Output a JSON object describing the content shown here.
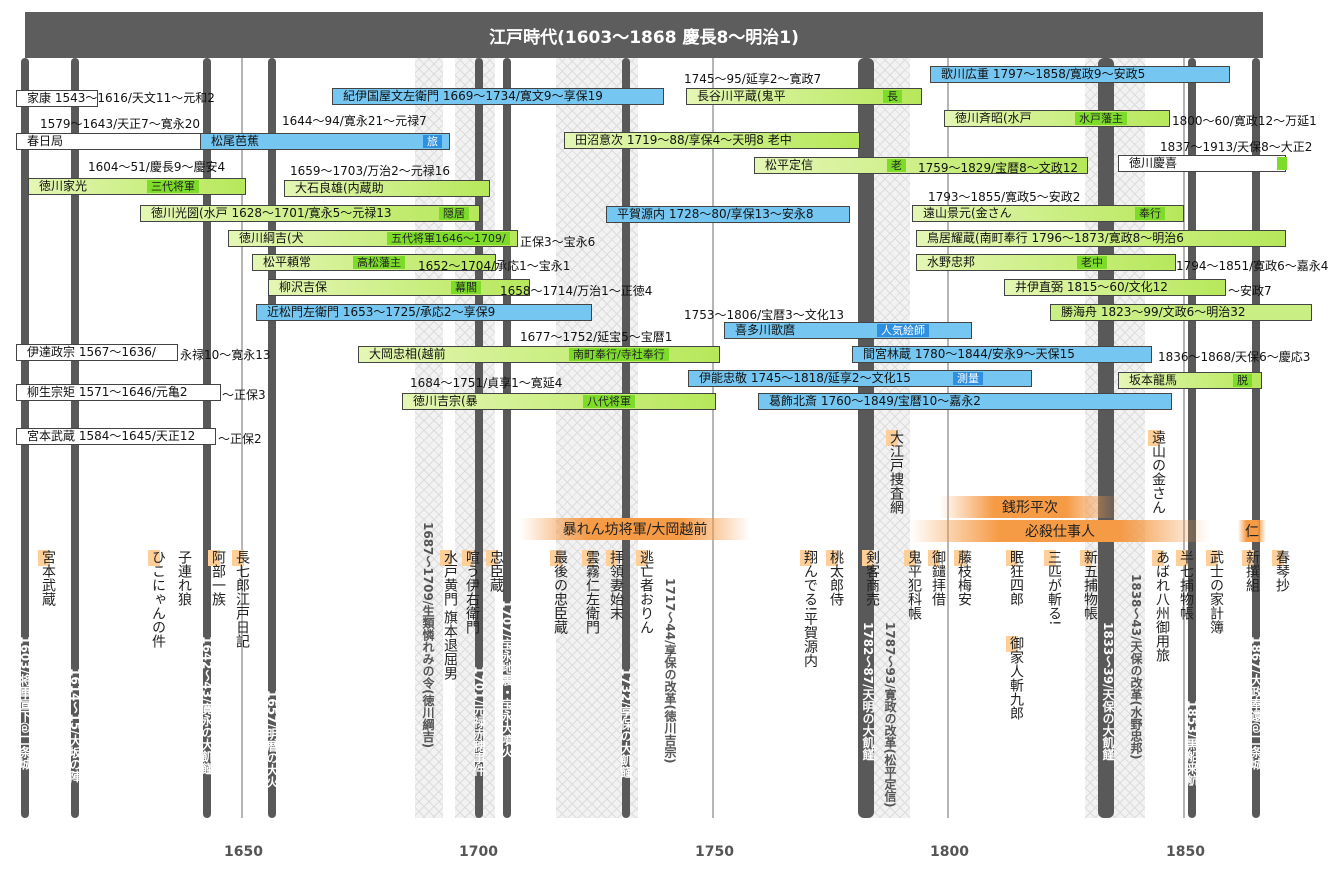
{
  "title": "江戸時代(1603〜1868 慶長8〜明治1)",
  "axis": [
    "1650",
    "1700",
    "1750",
    "1800",
    "1850"
  ],
  "persons": [
    {
      "name": "家康",
      "text": "家康 1543〜1616/天文11〜元和2",
      "tag": ""
    },
    {
      "name": "春日局",
      "text": "春日局",
      "tag": ""
    },
    {
      "name": "徳川家光",
      "text": "徳川家光",
      "tag": "三代将軍"
    },
    {
      "name": "徳川光圀",
      "text": "徳川光圀(水戸 1628〜1701/寛永5〜元禄13",
      "tag": "隠居"
    },
    {
      "name": "徳川綱吉",
      "text": "徳川綱吉(犬",
      "tag": "五代将軍1646〜1709/"
    },
    {
      "name": "松平頼常",
      "text": "松平頼常",
      "tag": "高松藩主"
    },
    {
      "name": "柳沢吉保",
      "text": "柳沢吉保",
      "tag": "幕閣"
    },
    {
      "name": "近松門左衛門",
      "text": "近松門左衛門 1653〜1725/承応2〜享保9",
      "tag": ""
    },
    {
      "name": "伊達政宗",
      "text": "伊達政宗 1567〜1636/",
      "tag": ""
    },
    {
      "name": "柳生宗矩",
      "text": "柳生宗矩 1571〜1646/元亀2",
      "tag": ""
    },
    {
      "name": "宮本武蔵",
      "text": "宮本武蔵 1584〜1645/天正12",
      "tag": ""
    },
    {
      "name": "紀伊国屋文左衛門",
      "text": "紀伊国屋文左衛門 1669〜1734/寛文9〜享保19",
      "tag": ""
    },
    {
      "name": "松尾芭蕉",
      "text": "松尾芭蕉",
      "tag": "旅"
    },
    {
      "name": "大石良雄",
      "text": "大石良雄(内蔵助",
      "tag": ""
    },
    {
      "name": "大岡忠相",
      "text": "大岡忠相(越前",
      "tag": "南町奉行/寺社奉行"
    },
    {
      "name": "徳川吉宗",
      "text": "徳川吉宗(暴",
      "tag": "八代将軍"
    },
    {
      "name": "長谷川平蔵",
      "text": "長谷川平蔵(鬼平",
      "tag": "長"
    },
    {
      "name": "田沼意次",
      "text": "田沼意次 1719〜88/享保4〜天明8 老中",
      "tag": ""
    },
    {
      "name": "松平定信",
      "text": "松平定信",
      "tag": "老"
    },
    {
      "name": "平賀源内",
      "text": "平賀源内 1728〜80/享保13〜安永8",
      "tag": ""
    },
    {
      "name": "喜多川歌麿",
      "text": "喜多川歌麿",
      "tag": "人気絵師"
    },
    {
      "name": "間宮林蔵",
      "text": "間宮林蔵 1780〜1844/安永9〜天保15",
      "tag": ""
    },
    {
      "name": "伊能忠敬",
      "text": "伊能忠敬 1745〜1818/延享2〜文化15",
      "tag": "測量"
    },
    {
      "name": "葛飾北斎",
      "text": "葛飾北斎 1760〜1849/宝暦10〜嘉永2",
      "tag": ""
    },
    {
      "name": "歌川広重",
      "text": "歌川広重 1797〜1858/寛政9〜安政5",
      "tag": ""
    },
    {
      "name": "徳川斉昭",
      "text": "徳川斉昭(水戸",
      "tag": "水戸藩主"
    },
    {
      "name": "徳川慶喜",
      "text": "徳川慶喜",
      "tag": ""
    },
    {
      "name": "遠山景元",
      "text": "遠山景元(金さん",
      "tag": "奉行"
    },
    {
      "name": "鳥居耀蔵",
      "text": "鳥居耀蔵(南町奉行 1796〜1873/寛政8〜明治6",
      "tag": ""
    },
    {
      "name": "水野忠邦",
      "text": "水野忠邦",
      "tag": "老中"
    },
    {
      "name": "井伊直弼",
      "text": "井伊直弼 1815〜60/文化12",
      "tag": ""
    },
    {
      "name": "勝海舟",
      "text": "勝海舟 1823〜99/文政6〜明治32",
      "tag": ""
    },
    {
      "name": "坂本龍馬",
      "text": "坂本龍馬",
      "tag": "脱"
    }
  ],
  "annotations": [
    "1579〜1643/天正7〜寛永20",
    "1604〜51/慶長9〜慶安4",
    "正保3〜宝永6",
    "1652〜1704/承応1〜宝永1",
    "1658〜1714/万治1〜正徳4",
    "永禄10〜寛永13",
    "〜正保3",
    "〜正保2",
    "1644〜94/寛永21〜元禄7",
    "1659〜1703/万治2〜元禄16",
    "1677〜1752/延宝5〜宝暦1",
    "1684〜1751/貞享1〜寛延4",
    "1745〜95/延享2〜寛政7",
    "1759〜1829/宝暦8〜文政12",
    "1753〜1806/宝暦3〜文化13",
    "1800〜60/寛政12〜万延1",
    "1837〜1913/天保8〜大正2",
    "1793〜1855/寛政5〜安政2",
    "1794〜1851/寛政6〜嘉永4",
    "〜安政7",
    "1836〜1868/天保6〜慶応3"
  ],
  "events": [
    "1603/将軍宣下@二条城",
    "1614〜15/大坂の陣",
    "1642〜43/寛永の大飢饉",
    "1657/明暦の大火",
    "1687〜1709/生類憐れみの令(徳川綱吉)",
    "1701/元禄赤穂事件",
    "1707/宝永地震・宝永大噴火",
    "1732/享保の大飢饉",
    "1717〜44/享保の改革(徳川吉宗)",
    "1782〜87/天明の大飢饉",
    "1787〜93/寛政の改革(松平定信)",
    "1833〜39/天保の大飢饉",
    "1838〜43/天保の改革(水野忠邦)",
    "1853/黒船来航",
    "1867/大政奉還@二条城"
  ],
  "shows": [
    "宮本武蔵",
    "ひこにゃんの件",
    "子連れ狼",
    "阿部一族",
    "長七郎江戸日記",
    "水戸黄門",
    "旗本退屈男",
    "喧う伊右衛門",
    "忠臣蔵",
    "最後の忠臣蔵",
    "雲霧仁左衛門",
    "拝領妻始末",
    "逃亡者おりん",
    "翔んでる!平賀源内",
    "桃太郎侍",
    "剣客商売",
    "鬼平犯科帳",
    "御鑓拝借",
    "藤枝梅安",
    "眠狂四郎",
    "御家人斬九郎",
    "三匹が斬る!",
    "新五捕物帳",
    "大江戸捜査網",
    "遠山の金さん",
    "あばれ八州御用旅",
    "半七捕物帳",
    "武士の家計簿",
    "新撰組",
    "春琴抄"
  ],
  "banners": [
    "暴れん坊将軍/大岡越前",
    "銭形平次",
    "必殺仕事人",
    "仁"
  ]
}
